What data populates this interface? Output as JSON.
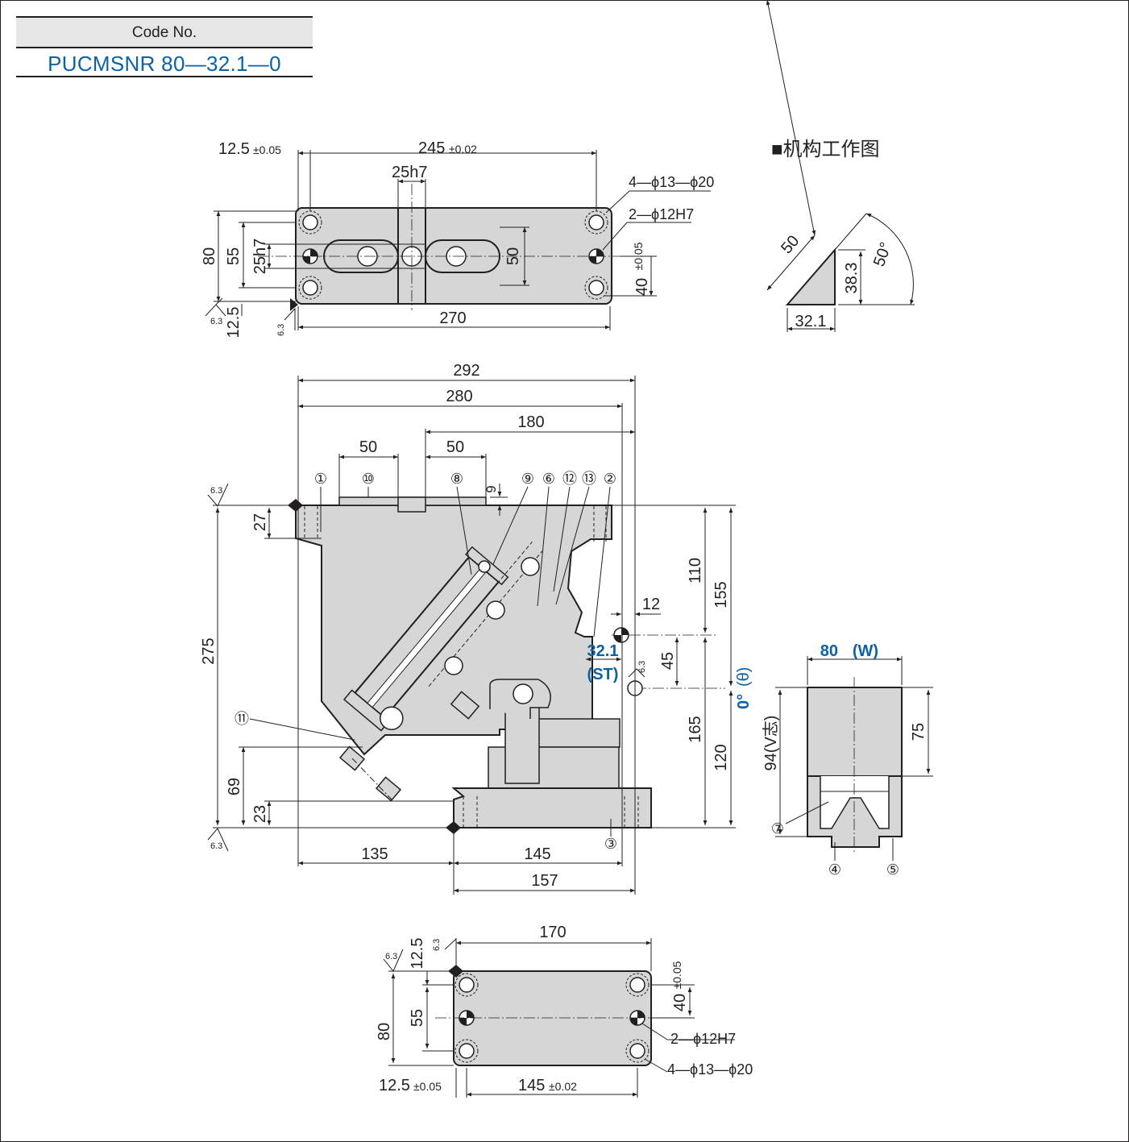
{
  "header": {
    "code_label": "Code No.",
    "code_value": "PUCMSNR 80—32.1—0"
  },
  "colors": {
    "line": "#231f20",
    "accent_blue": "#0b62a4",
    "part_fill": "#d6d6d6",
    "header_fill": "#e6e6e6"
  },
  "mechanism": {
    "title": "■机构工作图",
    "hyp": "50",
    "height": "38.3",
    "base": "32.1",
    "angle": "50°"
  },
  "top_view": {
    "dim_12_5_top": "12.5",
    "tol_005": "±0.05",
    "dim_245": "245",
    "tol_002": "±0.02",
    "dim_25h7_top": "25h7",
    "holes_4": "4—ϕ13—ϕ20",
    "holes_2": "2—ϕ12H7",
    "dim_80": "80",
    "dim_55": "55",
    "dim_25h7_side": "25h7",
    "dim_50": "50",
    "dim_40": "40",
    "tol_40": "±0.05",
    "dim_12_5_bottom": "12.5",
    "dim_270": "270",
    "rough_a": "6.3",
    "rough_b": "6.3"
  },
  "front_view": {
    "dim_292": "292",
    "dim_280": "280",
    "dim_180": "180",
    "dim_50_a": "50",
    "dim_50_b": "50",
    "dim_9": "9",
    "dim_27": "27",
    "dim_275": "275",
    "dim_69": "69",
    "dim_23": "23",
    "dim_135": "135",
    "dim_145": "145",
    "dim_157": "157",
    "dim_110": "110",
    "dim_155": "155",
    "dim_12": "12",
    "dim_45": "45",
    "dim_165": "165",
    "dim_120": "120",
    "st_value": "32.1",
    "st_label": "(ST)",
    "theta_value": "0°",
    "theta_label": "(θ)",
    "rough_top": "6.3",
    "rough_bottom": "6.3",
    "rough_right": "6.3",
    "parts": [
      "①",
      "⑩",
      "⑧",
      "⑨",
      "⑥",
      "⑫",
      "⑬",
      "②",
      "⑪",
      "③"
    ]
  },
  "side_view": {
    "width_value": "80",
    "width_label": "(W)",
    "dim_75": "75",
    "dim_94": "94(V志)",
    "part_7": "⑦",
    "part_4": "④",
    "part_5": "⑤"
  },
  "bottom_view": {
    "dim_170": "170",
    "dim_12_5": "12.5",
    "rough_a": "6.3",
    "rough_b": "6.3",
    "dim_80": "80",
    "dim_55": "55",
    "dim_40": "40",
    "tol_40": "±0.05",
    "holes_2": "2—ϕ12H7",
    "holes_4": "4—ϕ13—ϕ20",
    "dim_12_5_left": "12.5",
    "tol_005": "±0.05",
    "dim_145": "145",
    "tol_002": "±0.02"
  }
}
